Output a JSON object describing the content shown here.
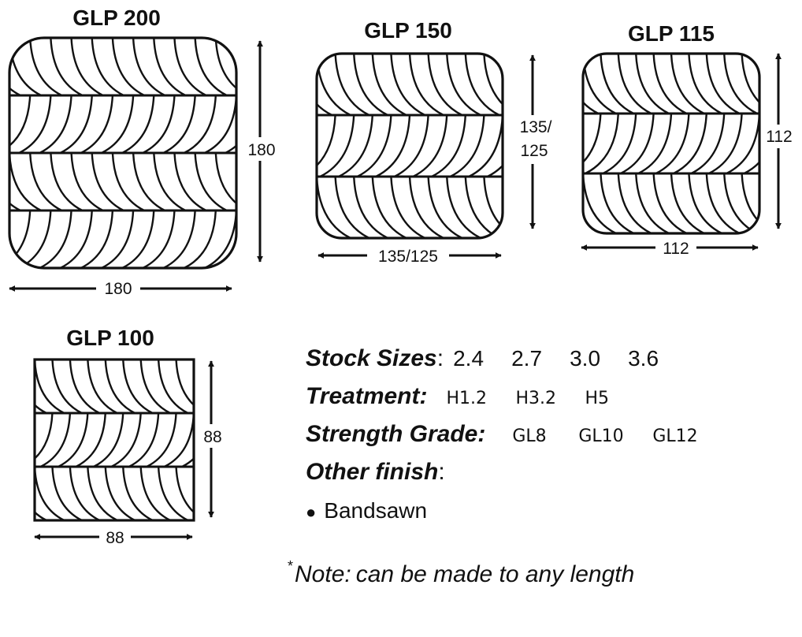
{
  "profiles": {
    "glp200": {
      "title": "GLP 200",
      "width": "180",
      "height": "180"
    },
    "glp150": {
      "title": "GLP 150",
      "width": "135/125",
      "height_line1": "135/",
      "height_line2": "125"
    },
    "glp115": {
      "title": "GLP 115",
      "width": "112",
      "height": "112"
    },
    "glp100": {
      "title": "GLP 100",
      "width": "88",
      "height": "88"
    }
  },
  "specs": {
    "stock_sizes": {
      "label": "Stock Sizes",
      "values": [
        "2.4",
        "2.7",
        "3.0",
        "3.6"
      ]
    },
    "treatment": {
      "label": "Treatment:",
      "values": [
        "H1.2",
        "H3.2",
        "H5"
      ]
    },
    "strength_grade": {
      "label": "Strength Grade:",
      "values": [
        "GL8",
        "GL10",
        "GL12"
      ]
    },
    "other_finish": {
      "label": "Other finish",
      "items": [
        "Bandsawn"
      ]
    }
  },
  "note": {
    "marker": "*",
    "label": "Note:",
    "text": "can be made to any length"
  },
  "colors": {
    "ink": "#111111",
    "background": "#ffffff"
  }
}
